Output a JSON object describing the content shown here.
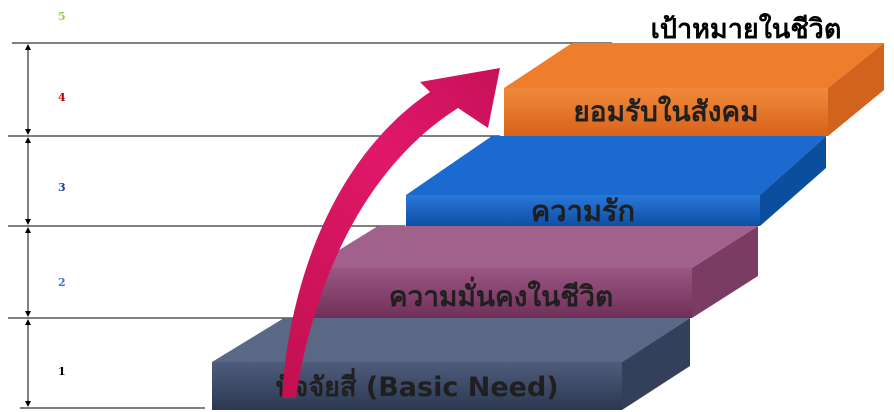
{
  "goal_label": "เป้าหมายในชีวิต",
  "steps": [
    {
      "label": "ปัจจัยสี่ (Basic Need)",
      "level": "1",
      "color": "#3c4a66"
    },
    {
      "label": "ความมั่นคงในชีวิต",
      "level": "2",
      "color": "#8a4570"
    },
    {
      "label": "ความรัก",
      "level": "3",
      "color": "#1560c0"
    },
    {
      "label": "ยอมรับในสังคม",
      "level": "4",
      "color": "#e8731f"
    }
  ],
  "top_level": "5",
  "level_colors": {
    "1": "#000000",
    "2": "#4472c4",
    "3": "#1f3f99",
    "4": "#c00000",
    "5": "#92d050"
  },
  "arrow_color": "#d9125d",
  "icons": [
    "arrow-up-right-icon",
    "double-headed-arrow-icon"
  ]
}
